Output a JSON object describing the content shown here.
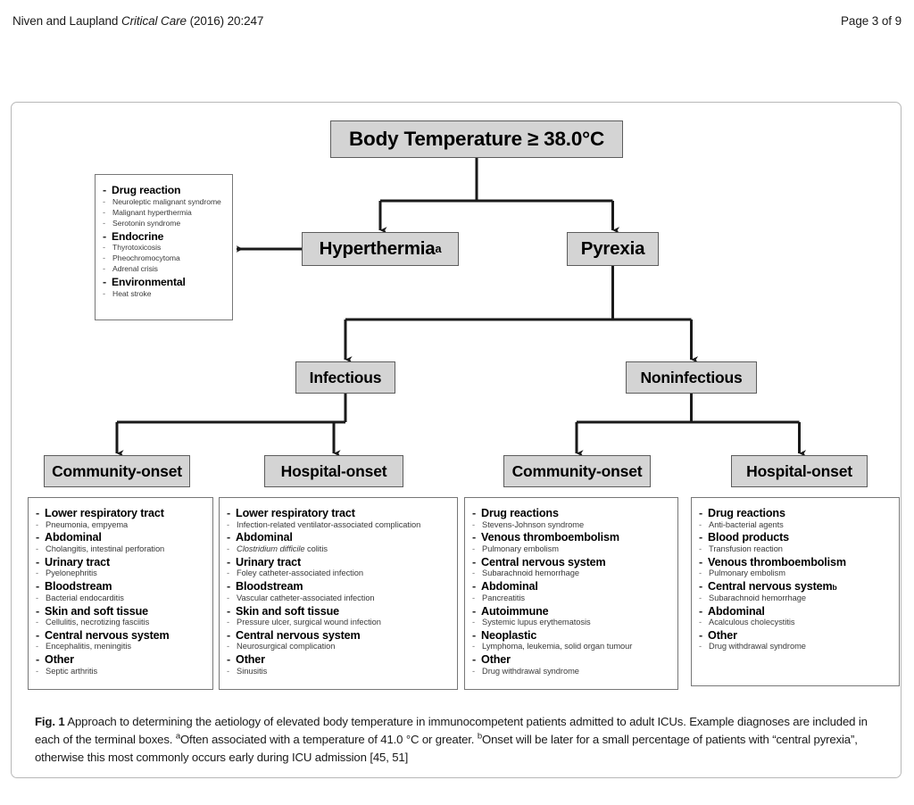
{
  "running_head": {
    "authors": "Niven and Laupland ",
    "journal": "Critical Care",
    "citation": "  (2016) 20:247",
    "page": "Page 3 of 9"
  },
  "flowchart": {
    "nodes": {
      "root": "Body Temperature ≥ 38.0°C",
      "hyperthermia": "Hyperthermia",
      "hyperthermia_marker": "a",
      "pyrexia": "Pyrexia",
      "infectious": "Infectious",
      "noninfectious": "Noninfectious",
      "infectious_community": "Community-onset",
      "infectious_hospital": "Hospital-onset",
      "noninfectious_community": "Community-onset",
      "noninfectious_hospital": "Hospital-onset"
    },
    "dash": "-",
    "lists": {
      "hyperthermia": [
        {
          "head": "Drug reaction",
          "subs": [
            "Neuroleptic malignant syndrome",
            "Malignant hyperthermia",
            "Serotonin syndrome"
          ]
        },
        {
          "head": "Endocrine",
          "subs": [
            "Thyrotoxicosis",
            "Pheochromocytoma",
            "Adrenal crisis"
          ]
        },
        {
          "head": "Environmental",
          "subs": [
            "Heat stroke"
          ]
        }
      ],
      "infectious_community": [
        {
          "head": "Lower respiratory tract",
          "subs": [
            "Pneumonia, empyema"
          ]
        },
        {
          "head": "Abdominal",
          "subs": [
            "Cholangitis, intestinal perforation"
          ]
        },
        {
          "head": "Urinary tract",
          "subs": [
            "Pyelonephritis"
          ]
        },
        {
          "head": "Bloodstream",
          "subs": [
            "Bacterial endocarditis"
          ]
        },
        {
          "head": "Skin and soft tissue",
          "subs": [
            "Cellulitis, necrotizing fasciitis"
          ]
        },
        {
          "head": "Central nervous system",
          "subs": [
            "Encephalitis, meningitis"
          ]
        },
        {
          "head": "Other",
          "subs": [
            "Septic arthritis"
          ]
        }
      ],
      "infectious_hospital": [
        {
          "head": "Lower respiratory tract",
          "subs": [
            "Infection-related ventilator-associated complication"
          ]
        },
        {
          "head": "Abdominal",
          "subs": [
            "Clostridium difficile colitis"
          ],
          "sub_italic_prefix": "Clostridium difficile"
        },
        {
          "head": "Urinary tract",
          "subs": [
            "Foley catheter-associated infection"
          ]
        },
        {
          "head": "Bloodstream",
          "subs": [
            "Vascular catheter-associated infection"
          ]
        },
        {
          "head": "Skin and soft tissue",
          "subs": [
            "Pressure ulcer, surgical wound infection"
          ]
        },
        {
          "head": "Central nervous system",
          "subs": [
            "Neurosurgical complication"
          ]
        },
        {
          "head": "Other",
          "subs": [
            "Sinusitis"
          ]
        }
      ],
      "noninfectious_community": [
        {
          "head": "Drug reactions",
          "subs": [
            "Stevens-Johnson syndrome"
          ]
        },
        {
          "head": "Venous thromboembolism",
          "subs": [
            "Pulmonary embolism"
          ]
        },
        {
          "head": "Central nervous system",
          "subs": [
            "Subarachnoid hemorrhage"
          ]
        },
        {
          "head": "Abdominal",
          "subs": [
            "Pancreatitis"
          ]
        },
        {
          "head": "Autoimmune",
          "subs": [
            "Systemic lupus erythematosis"
          ]
        },
        {
          "head": "Neoplastic",
          "subs": [
            "Lymphoma, leukemia, solid organ tumour"
          ]
        },
        {
          "head": "Other",
          "subs": [
            "Drug withdrawal syndrome"
          ]
        }
      ],
      "noninfectious_hospital": [
        {
          "head": "Drug reactions",
          "subs": [
            "Anti-bacterial agents"
          ]
        },
        {
          "head": "Blood products",
          "subs": [
            "Transfusion reaction"
          ]
        },
        {
          "head": "Venous thromboembolism",
          "subs": [
            "Pulmonary embolism"
          ]
        },
        {
          "head": "Central nervous system",
          "marker": "b",
          "subs": [
            "Subarachnoid hemorrhage"
          ]
        },
        {
          "head": "Abdominal",
          "subs": [
            "Acalculous cholecystitis"
          ]
        },
        {
          "head": "Other",
          "subs": [
            "Drug withdrawal syndrome"
          ]
        }
      ]
    }
  },
  "caption": {
    "label": "Fig. 1",
    "part1": " Approach to determining the aetiology of elevated body temperature in immunocompetent patients admitted to adult ICUs. Example diagnoses are included in each of the terminal boxes. ",
    "marker_a": "a",
    "part2": "Often associated with a temperature of 41.0 °C or greater. ",
    "marker_b": "b",
    "part3": "Onset will be later for a small percentage of patients with “central pyrexia”, otherwise this most commonly occurs early during ICU admission [45, 51]"
  },
  "colors": {
    "box_fill": "#d4d4d4",
    "box_border": "#5d5d5d",
    "list_border": "#777777",
    "connector": "#1a1a1a",
    "frame_border": "#b8b8b8"
  }
}
